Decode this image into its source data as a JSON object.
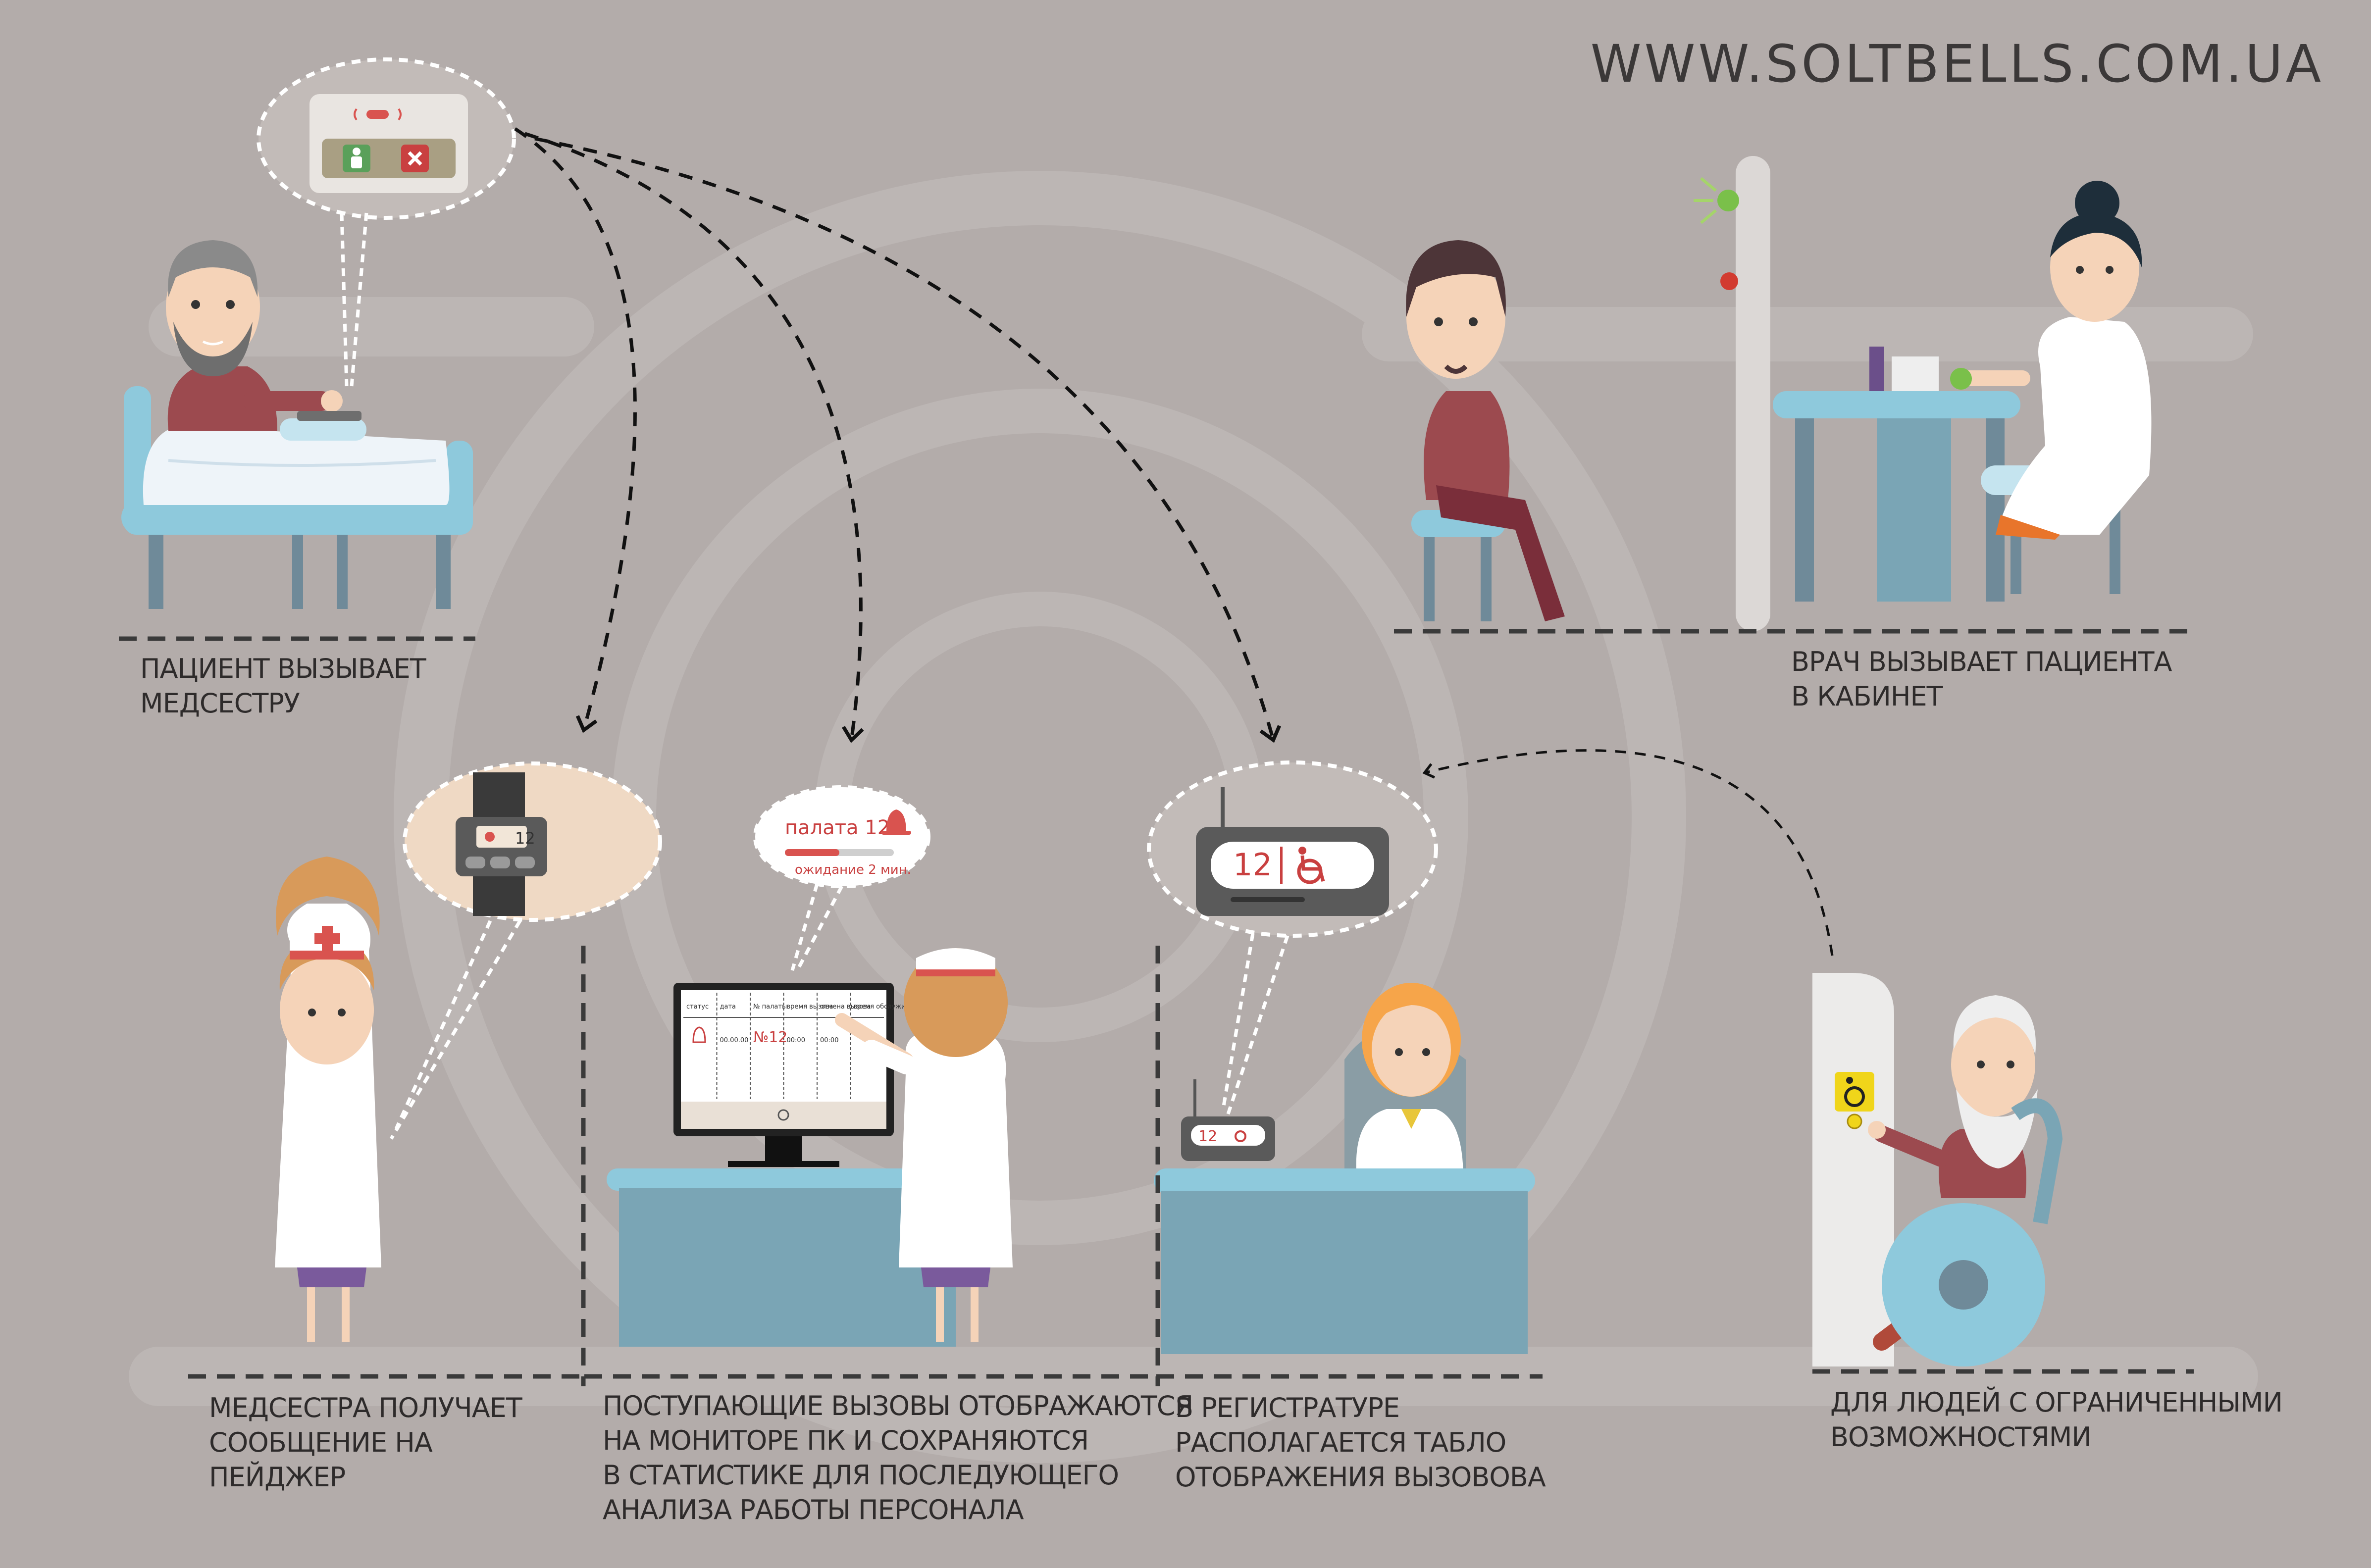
{
  "site_url": "WWW.SOLTBELLS.COM.UA",
  "captions": {
    "patient": "ПАЦИЕНТ ВЫЗЫВАЕТ\nМЕДСЕСТРУ",
    "doctor": "ВРАЧ ВЫЗЫВАЕТ ПАЦИЕНТА\nВ КАБИНЕТ",
    "nurse_pager": "МЕДСЕСТРА ПОЛУЧАЕТ\nСООБЩЕНИЕ НА\nПЕЙДЖЕР",
    "monitor": "ПОСТУПАЮЩИЕ ВЫЗОВЫ ОТОБРАЖАЮТСЯ\nНА МОНИТОРЕ ПК И СОХРАНЯЮТСЯ\nВ СТАТИСТИКЕ  ДЛЯ ПОСЛЕДУЮЩЕГО\nАНАЛИЗА РАБОТЫ ПЕРСОНАЛА",
    "reception": "В РЕГИСТРАТУРЕ\nРАСПОЛАГАЕТСЯ ТАБЛО\nОТОБРАЖЕНИЯ ВЫЗОВОВА",
    "disabled": "ДЛЯ ЛЮДЕЙ С ОГРАНИЧЕННЫМИ\nВОЗМОЖНОСТЯМИ"
  },
  "bubbles": {
    "pager_number": "12",
    "monitor_ward": "палата 12",
    "monitor_wait": "ожидание 2 мин.",
    "display_number": "12",
    "desk_display_number": "12"
  },
  "monitor_table": {
    "headers": [
      "статус",
      "дата",
      "№ палаты",
      "время вызова",
      "отмена вызова",
      "время обслуживания"
    ],
    "row": [
      "",
      "00.00.00",
      "№12",
      "00:00",
      "00:00",
      ""
    ]
  },
  "icons": [
    "call-button-icon",
    "cancel-x-icon",
    "person-icon",
    "bell-icon",
    "wheelchair-icon",
    "red-cross-icon",
    "green-lamp-icon",
    "red-lamp-icon"
  ],
  "colors": {
    "background": "#b3acaa",
    "accent_red": "#d9534f",
    "furniture_blue": "#8ec9dc",
    "desk_teal": "#7aa5b5",
    "text": "#2e2b2b"
  }
}
